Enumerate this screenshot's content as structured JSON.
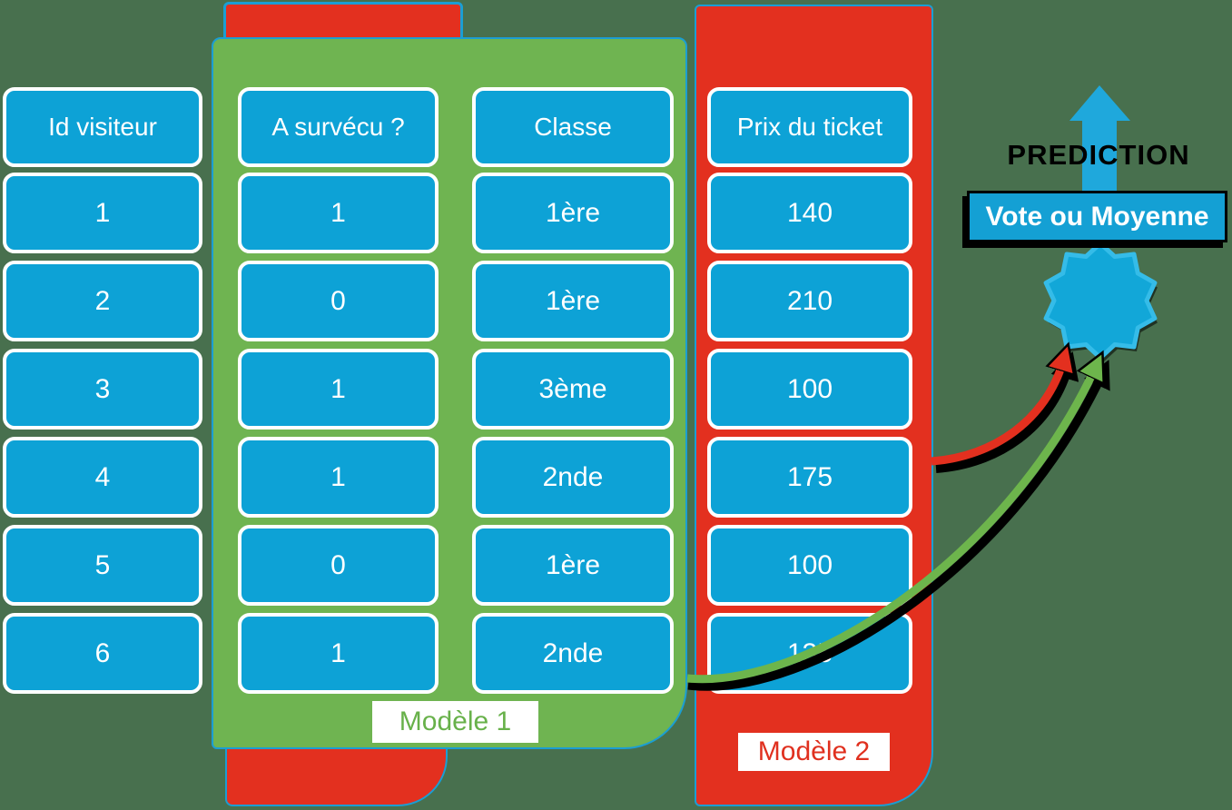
{
  "background_color": "#48704e",
  "palette": {
    "cell_blue": "#0da2d6",
    "panel_green": "#6fb451",
    "panel_red": "#e3301f",
    "panel_border_blue": "#1b9ed3",
    "big_arrow_blue": "#1fa8dc",
    "star_fill": "#12a7d8",
    "star_stroke": "#35bce8",
    "curved_arrow_red": "#e3301f",
    "curved_arrow_green": "#6db54c",
    "model1_label_text": "#68b14a",
    "model2_label_text": "#e0301f",
    "vote_box_blue": "#14a0d4"
  },
  "id_column": {
    "header": "Id visiteur",
    "values": [
      "1",
      "2",
      "3",
      "4",
      "5",
      "6"
    ]
  },
  "model1": {
    "label": "Modèle 1",
    "survived": {
      "header": "A survécu ?",
      "values": [
        "1",
        "0",
        "1",
        "1",
        "0",
        "1"
      ]
    },
    "classe": {
      "header": "Classe",
      "values": [
        "1ère",
        "1ère",
        "3ème",
        "2nde",
        "1ère",
        "2nde"
      ]
    }
  },
  "model2": {
    "label": "Modèle 2",
    "ticket": {
      "header": "Prix du ticket",
      "values": [
        "140",
        "210",
        "100",
        "175",
        "100",
        "135"
      ]
    }
  },
  "prediction": {
    "title": "PREDICTION",
    "combiner": "Vote ou Moyenne"
  }
}
